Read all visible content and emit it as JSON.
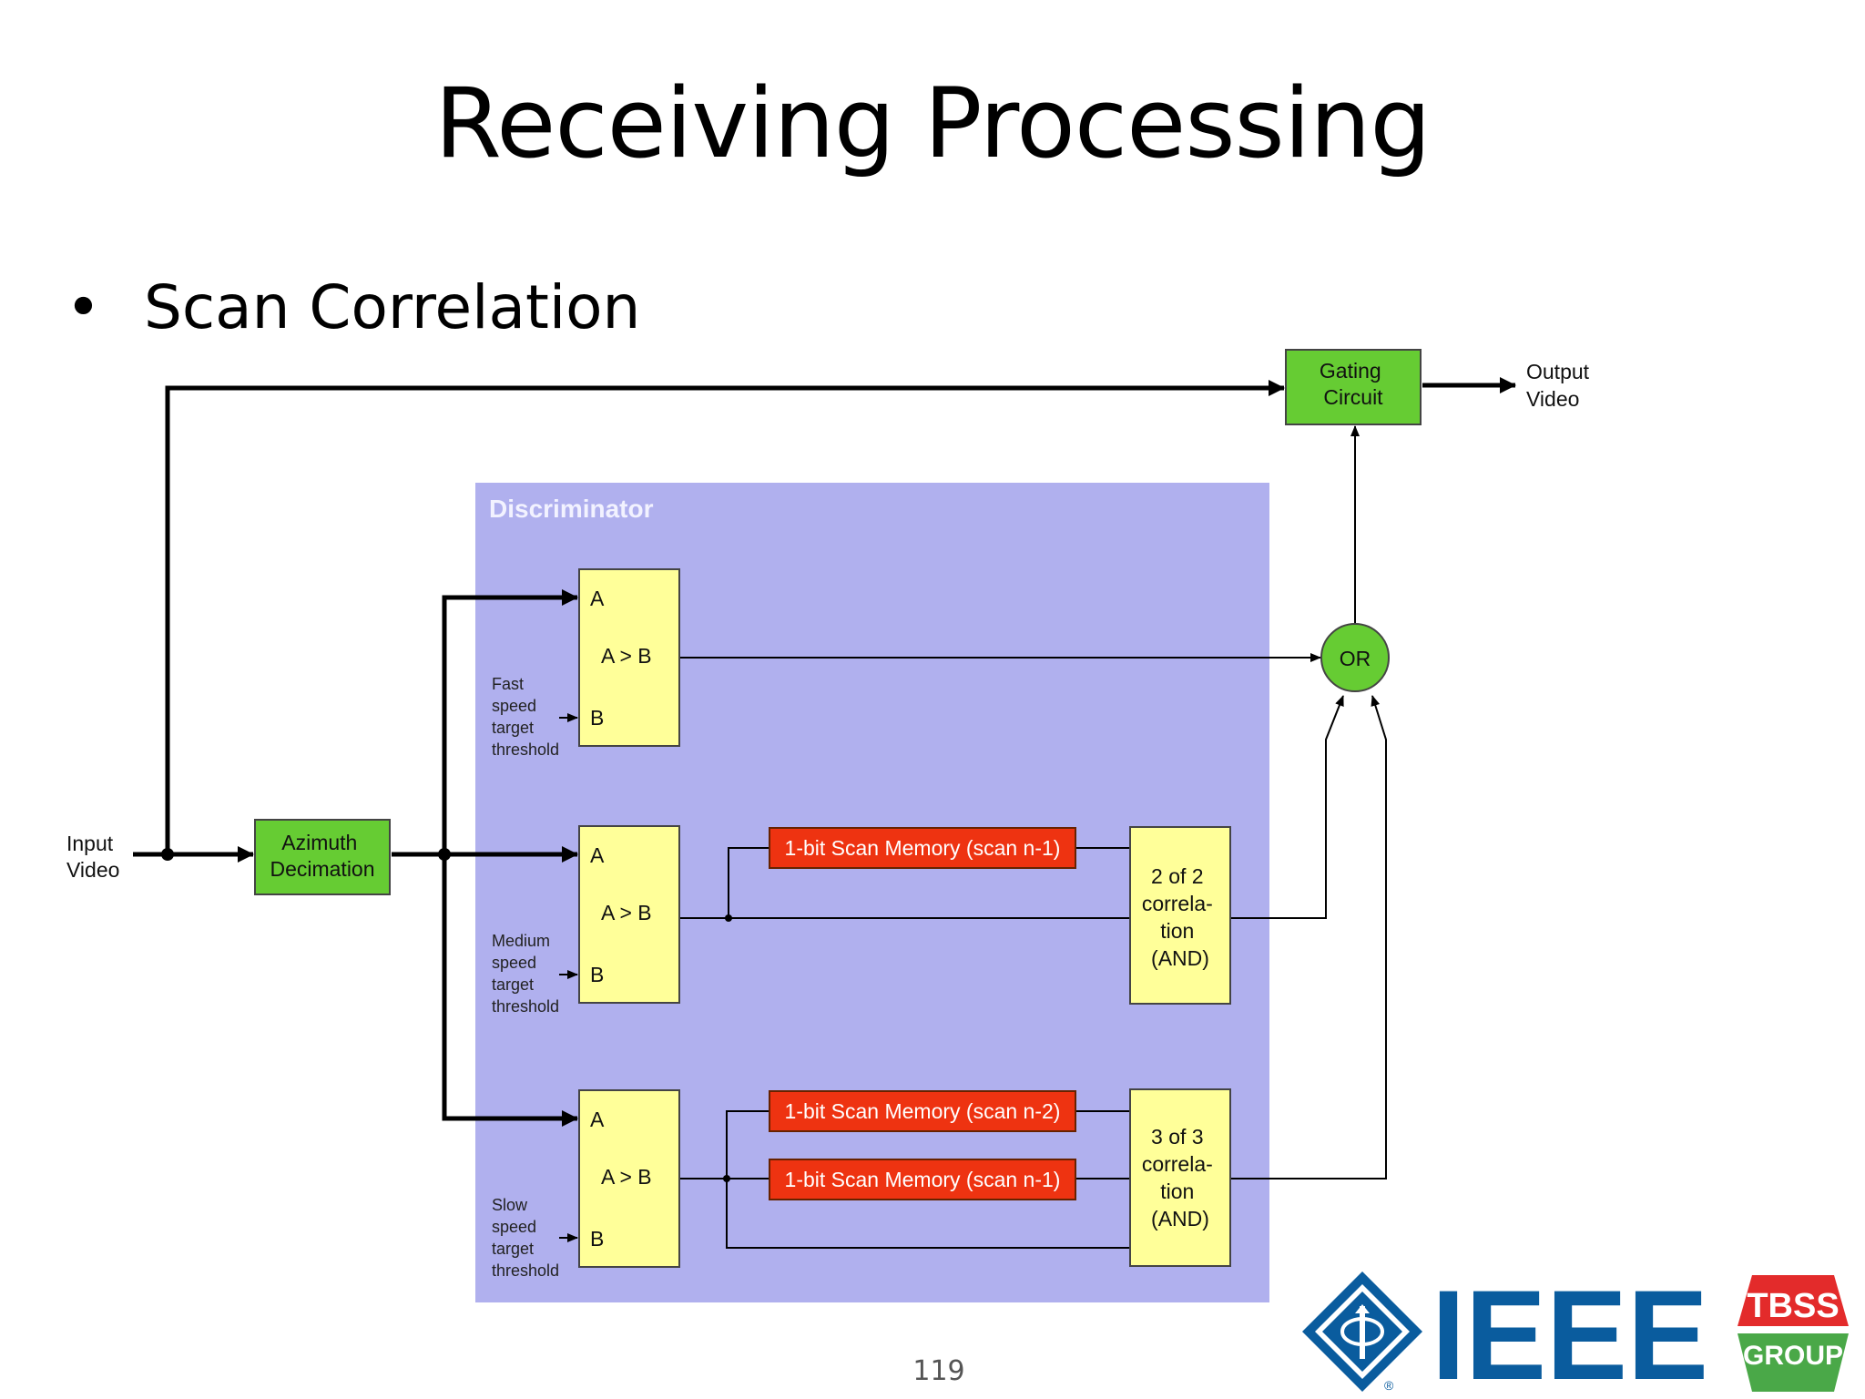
{
  "slide": {
    "title": "Receiving Processing",
    "bullet": "Scan Correlation",
    "page_number": "119"
  },
  "diagram": {
    "input_label": [
      "Input",
      "Video"
    ],
    "output_label": [
      "Output",
      "Video"
    ],
    "azimuth_block": [
      "Azimuth",
      "Decimation"
    ],
    "gating_block": [
      "Gating",
      "Circuit"
    ],
    "discriminator_label": "Discriminator",
    "comparator_a": "A",
    "comparator_b": "B",
    "comparator_op": "A > B",
    "thresholds": {
      "fast": [
        "Fast",
        "speed",
        "target",
        "threshold"
      ],
      "medium": [
        "Medium",
        "speed",
        "target",
        "threshold"
      ],
      "slow": [
        "Slow",
        "speed",
        "target",
        "threshold"
      ]
    },
    "memories": {
      "medium_n1": "1-bit Scan Memory (scan n-1)",
      "slow_n2": "1-bit Scan Memory (scan n-2)",
      "slow_n1": "1-bit Scan Memory (scan n-1)"
    },
    "correlators": {
      "two_of_two": [
        "2 of 2",
        "correla-",
        "tion",
        "(AND)"
      ],
      "three_of_three": [
        "3 of 3",
        "correla-",
        "tion",
        "(AND)"
      ]
    },
    "or_gate": "OR",
    "colors": {
      "green_block": "#66cc33",
      "yellow_block": "#ffff99",
      "red_block": "#ee3311",
      "discriminator_bg": "#b0b0ee"
    }
  },
  "logos": {
    "ieee": "IEEE",
    "tbss_top": "TBSS",
    "tbss_bottom": "GROUP",
    "registered": "®"
  }
}
